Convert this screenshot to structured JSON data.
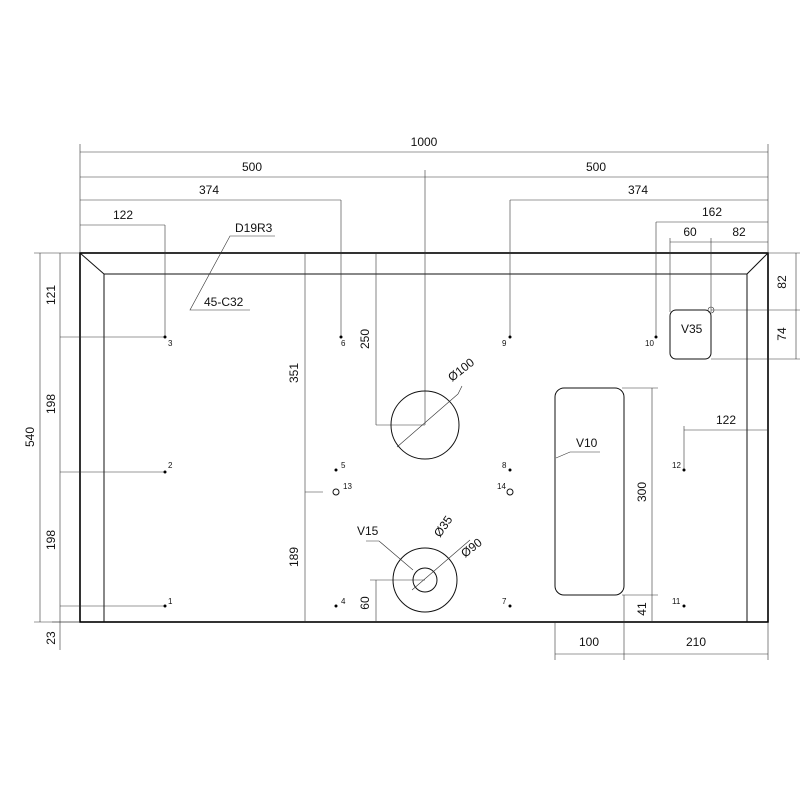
{
  "dims": {
    "total_width": "1000",
    "half_left": "500",
    "half_right": "500",
    "left_374": "374",
    "right_374": "374",
    "left_122": "122",
    "right_162": "162",
    "right_60": "60",
    "right_82": "82",
    "right_82_vert": "82",
    "right_74_vert": "74",
    "height_540": "540",
    "left_121": "121",
    "left_198_top": "198",
    "left_198_bottom": "198",
    "bottom_23": "23",
    "dim_351": "351",
    "dim_250": "250",
    "dim_189": "189",
    "dim_60_vert": "60",
    "dim_300": "300",
    "dim_41": "41",
    "dim_122_right": "122",
    "bottom_100": "100",
    "bottom_210": "210"
  },
  "labels": {
    "d19r3": "D19R3",
    "c32": "45-C32",
    "v35": "V35",
    "v10": "V10",
    "v15": "V15",
    "dia100": "Ø100",
    "dia35": "Ø35",
    "dia90": "Ø90"
  },
  "points": [
    "1",
    "2",
    "3",
    "4",
    "5",
    "6",
    "7",
    "8",
    "9",
    "10",
    "11",
    "12",
    "13",
    "14"
  ]
}
